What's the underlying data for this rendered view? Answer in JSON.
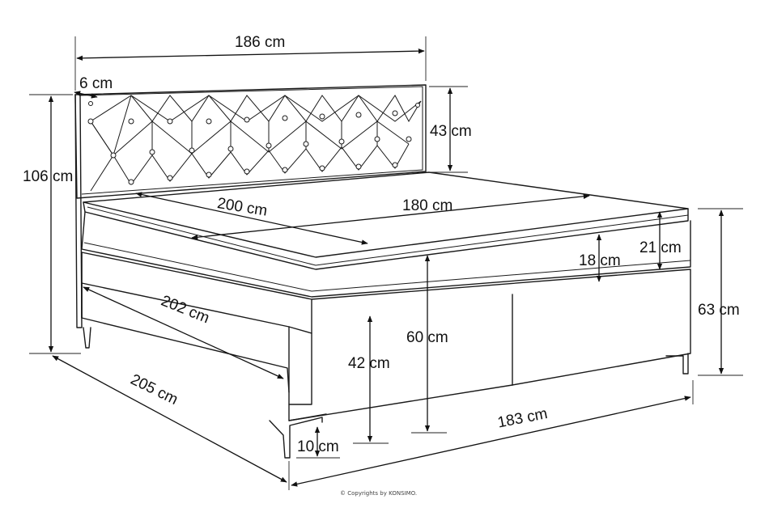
{
  "dimensions": {
    "headboard_width": "186 cm",
    "headboard_thickness": "6 cm",
    "headboard_height": "43 cm",
    "total_height": "106 cm",
    "mattress_length": "200 cm",
    "mattress_width": "180 cm",
    "topper_height": "21 cm",
    "mattress_height": "18 cm",
    "base_height": "63 cm",
    "sleeping_height": "60 cm",
    "base_length": "202 cm",
    "drawer_height": "42 cm",
    "total_length": "205 cm",
    "total_width": "183 cm",
    "leg_height": "10 cm"
  },
  "copyright": "© Copyrights by KONSIMO."
}
